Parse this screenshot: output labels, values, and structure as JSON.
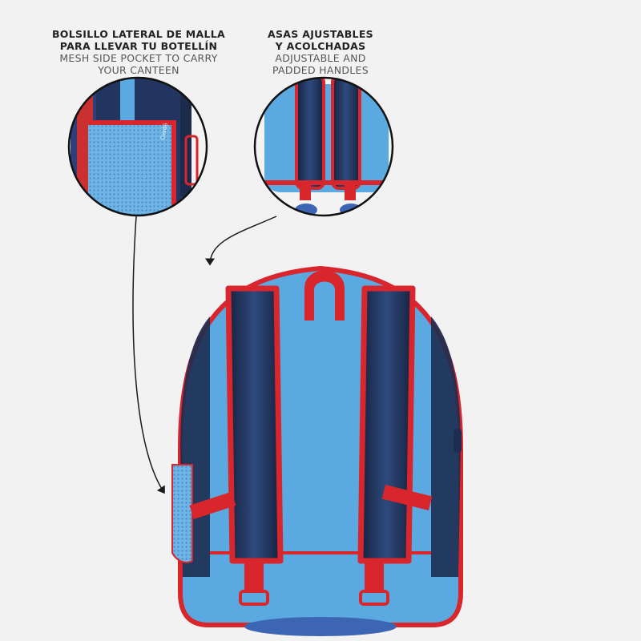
{
  "captions": {
    "left": {
      "title_line1": "BOLSILLO LATERAL DE MALLA",
      "title_line2": "PARA LLEVAR TU BOTELLÍN",
      "sub_line1": "MESH SIDE POCKET TO CARRY",
      "sub_line2": "YOUR CANTEEN"
    },
    "right": {
      "title_line1": "ASAS AJUSTABLES",
      "title_line2": "Y ACOLCHADAS",
      "sub_line1": "ADJUSTABLE AND",
      "sub_line2": "PADDED HANDLES"
    }
  },
  "colors": {
    "background": "#f2f2f2",
    "backpack_blue": "#5aa9e0",
    "backpack_navy": "#1d2d52",
    "strap_red": "#d9262c",
    "arrow": "#1a1a1a"
  }
}
